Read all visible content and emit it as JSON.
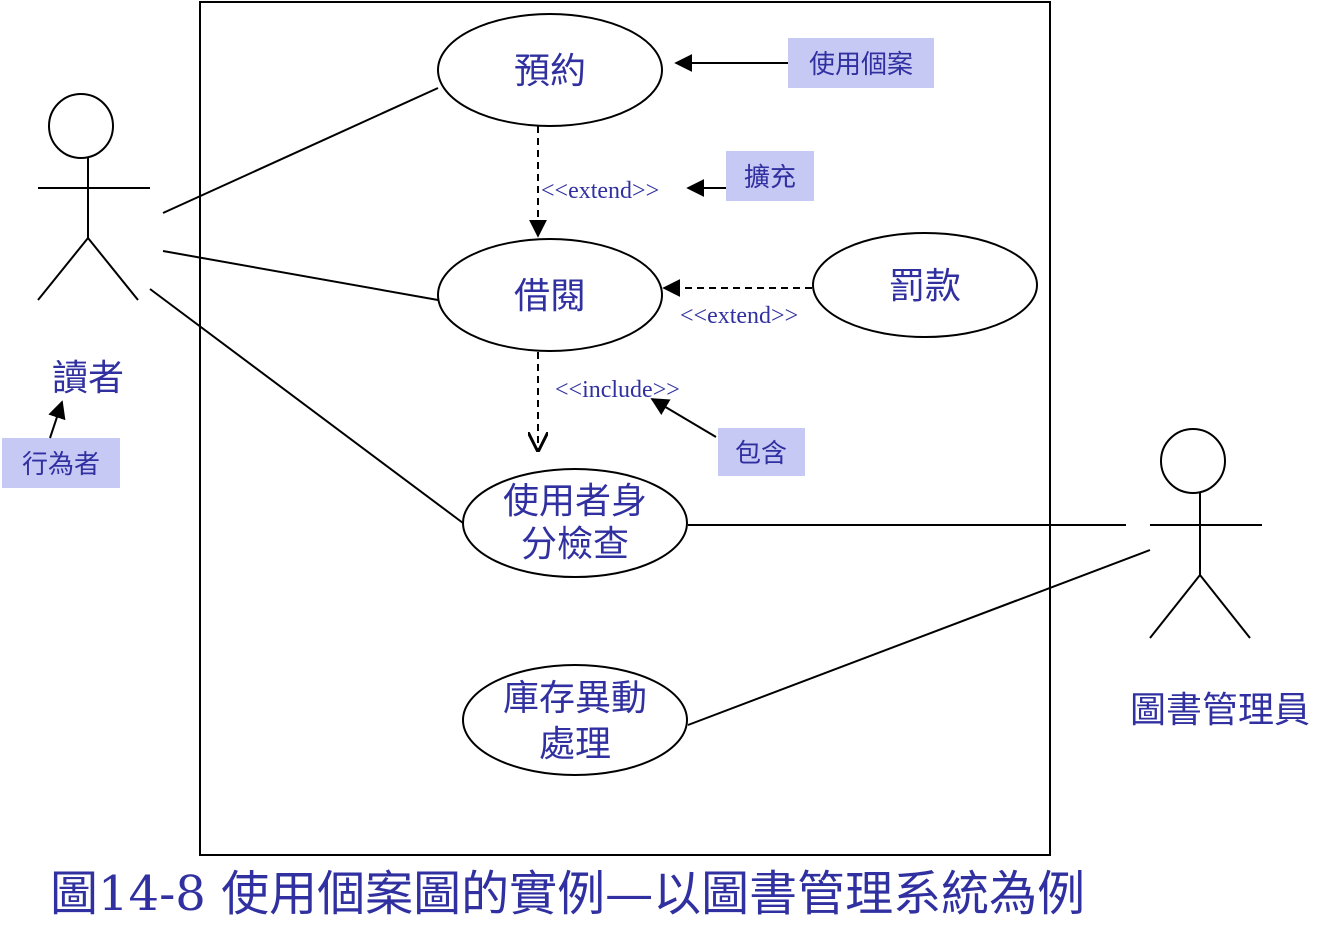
{
  "use_cases": {
    "reserve": "預約",
    "borrow": "借閱",
    "fine": "罰款",
    "identity_check": [
      "使用者身",
      "分檢查"
    ],
    "inventory": [
      "庫存異動",
      "處理"
    ]
  },
  "actors": {
    "reader": "讀者",
    "librarian": "圖書管理員"
  },
  "stereotypes": {
    "extend_1": "<<extend>>",
    "extend_2": "<<extend>>",
    "include": "<<include>>"
  },
  "notes": {
    "use_case": "使用個案",
    "extend": "擴充",
    "include": "包含",
    "actor": "行為者"
  },
  "caption": "圖14-8 使用個案圖的實例—以圖書管理系統為例",
  "colors": {
    "text": "#3030a0",
    "note_background": "#c7c9f5",
    "line": "#000000"
  }
}
